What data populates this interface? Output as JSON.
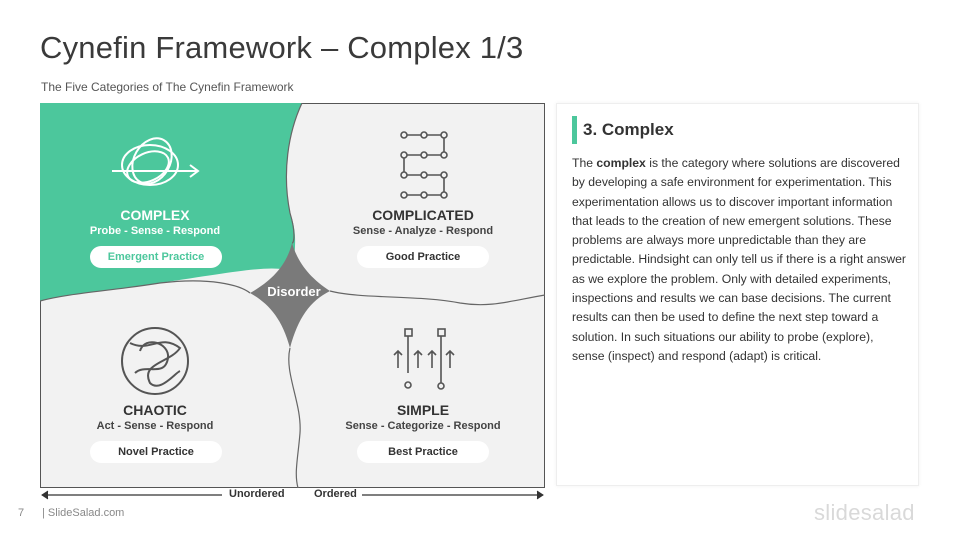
{
  "slide": {
    "title": "Cynefin Framework – Complex 1/3",
    "subtitle": "The Five Categories of The Cynefin Framework",
    "page_number": "7",
    "site": "| SlideSalad.com",
    "brand": "slidesalad"
  },
  "framework": {
    "complex": {
      "name": "COMPLEX",
      "steps": "Probe - Sense - Respond",
      "practice": "Emergent Practice"
    },
    "complicated": {
      "name": "COMPLICATED",
      "steps": "Sense - Analyze - Respond",
      "practice": "Good Practice"
    },
    "chaotic": {
      "name": "CHAOTIC",
      "steps": "Act - Sense - Respond",
      "practice": "Novel Practice"
    },
    "simple": {
      "name": "SIMPLE",
      "steps": "Sense - Categorize - Respond",
      "practice": "Best Practice"
    },
    "disorder": "Disorder",
    "axis_left": "Unordered",
    "axis_right": "Ordered"
  },
  "card": {
    "heading": "3. Complex",
    "text_pre": "The ",
    "text_bold": "complex",
    "text_post": " is the category where solutions are discovered by developing a safe environment for experimentation. This experimentation allows us to discover important information that leads to the creation of new emergent solutions. These problems are always more unpredictable than they are predictable. Hindsight can only tell us if there is a right answer as we explore the problem. Only with detailed experiments, inspections and results we can base decisions. The current results can then be used to define the next step toward a solution. In such situations our ability to probe (explore), sense (inspect) and respond (adapt) is critical."
  },
  "colors": {
    "accent": "#4cc79c",
    "quadrant": "#f2f2f2",
    "disorder": "#7a7a7a"
  },
  "icons": [
    "tangle-icon",
    "flow-steps-icon",
    "chaos-circle-icon",
    "sequence-icon"
  ]
}
